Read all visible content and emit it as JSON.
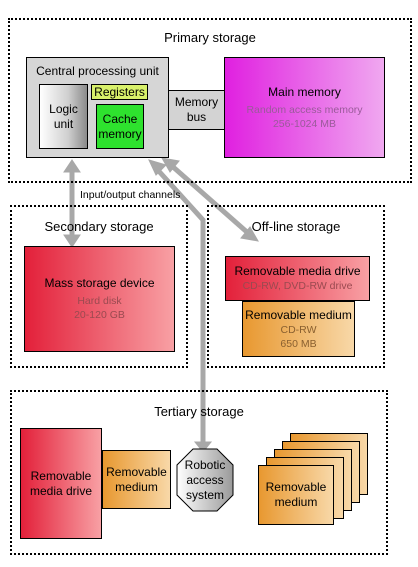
{
  "primary": {
    "title": "Primary storage",
    "cpu": {
      "title": "Central processing unit",
      "logic": "Logic unit",
      "registers": "Registers",
      "cache": "Cache memory"
    },
    "bus": "Memory bus",
    "main_memory": {
      "title": "Main memory",
      "line1": "Random access memory",
      "line2": "256-1024 MB"
    }
  },
  "io_label": "Input/output channels",
  "secondary": {
    "title": "Secondary storage",
    "device": "Mass storage device",
    "line1": "Hard disk",
    "line2": "20-120 GB"
  },
  "offline": {
    "title": "Off-line storage",
    "drive": "Removable media drive",
    "drive_sub": "CD-RW, DVD-RW drive",
    "medium": "Removable medium",
    "medium_line1": "CD-RW",
    "medium_line2": "650 MB"
  },
  "tertiary": {
    "title": "Tertiary storage",
    "drive": "Removable media drive",
    "medium": "Removable medium",
    "robot": "Robotic access system",
    "stack_medium": "Removable medium"
  },
  "colors": {
    "red": "#e8364a",
    "magenta": "#e83ce8",
    "green": "#2ee22e",
    "yellow_green": "#d8f06a",
    "orange": "#f0a040",
    "grey": "#d3d3d3"
  }
}
